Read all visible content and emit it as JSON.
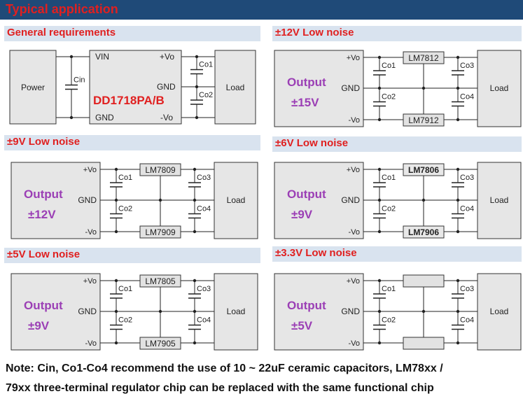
{
  "header": {
    "title": "Typical application"
  },
  "sections": {
    "general": "General requirements",
    "v12": "±12V Low noise",
    "v9": "±9V Low noise",
    "v6": "±6V Low noise",
    "v5": "±5V Low noise",
    "v33": "±3.3V Low noise"
  },
  "general_circuit": {
    "power": "Power",
    "cin": "Cin",
    "vin": "VIN",
    "gnd_in": "GND",
    "vout_pos": "+Vo",
    "gnd_mid": "GND",
    "vout_neg": "-Vo",
    "chip": "DD1718PA/B",
    "co1": "Co1",
    "co2": "Co2",
    "load": "Load"
  },
  "circuits": [
    {
      "output_label": "Output",
      "output_value": "±15V",
      "reg_top": "LM7812",
      "reg_bottom": "LM7912",
      "pos": "+Vo",
      "gnd": "GND",
      "neg": "-Vo",
      "co1": "Co1",
      "co2": "Co2",
      "co3": "Co3",
      "co4": "Co4",
      "load": "Load"
    },
    {
      "output_label": "Output",
      "output_value": "±12V",
      "reg_top": "LM7809",
      "reg_bottom": "LM7909",
      "pos": "+Vo",
      "gnd": "GND",
      "neg": "-Vo",
      "co1": "Co1",
      "co2": "Co2",
      "co3": "Co3",
      "co4": "Co4",
      "load": "Load"
    },
    {
      "output_label": "Output",
      "output_value": "±9V",
      "reg_top": "LM7806",
      "reg_bottom": "LM7906",
      "pos": "+Vo",
      "gnd": "GND",
      "neg": "-Vo",
      "co1": "Co1",
      "co2": "Co2",
      "co3": "Co3",
      "co4": "Co4",
      "load": "Load"
    },
    {
      "output_label": "Output",
      "output_value": "±9V",
      "reg_top": "LM7805",
      "reg_bottom": "LM7905",
      "pos": "+Vo",
      "gnd": "GND",
      "neg": "-Vo",
      "co1": "Co1",
      "co2": "Co2",
      "co3": "Co3",
      "co4": "Co4",
      "load": "Load"
    },
    {
      "output_label": "Output",
      "output_value": "±5V",
      "reg_top": "",
      "reg_bottom": "",
      "pos": "+Vo",
      "gnd": "GND",
      "neg": "-Vo",
      "co1": "Co1",
      "co2": "Co2",
      "co3": "Co3",
      "co4": "Co4",
      "load": "Load"
    }
  ],
  "note": {
    "line1": "Note: Cin, Co1-Co4 recommend the use of 10 ~ 22uF ceramic capacitors, LM78xx /",
    "line2": "79xx three-terminal regulator chip can be replaced with the same functional chip"
  },
  "colors": {
    "header": "#1f4a78",
    "section_bar": "#d9e3ef",
    "section_text": "#e02020",
    "chip_text": "#e02020",
    "output_text": "#9b3fb5",
    "block_fill": "#e6e6e6"
  }
}
